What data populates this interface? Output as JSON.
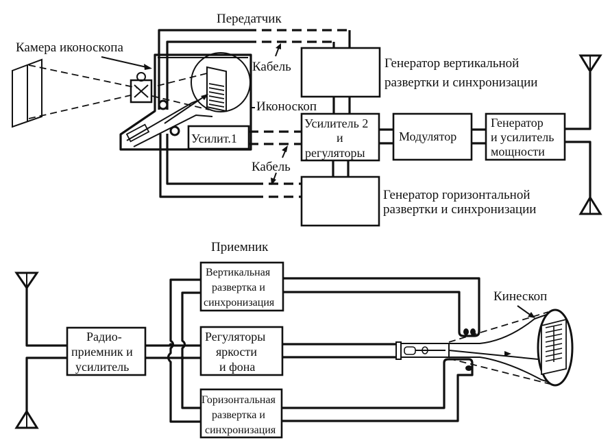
{
  "transmitter": {
    "title": "Передатчик",
    "camera_label": "Камера иконоскопа",
    "cable_label_top": "Кабель",
    "cable_label_bottom": "Кабель",
    "iconoscope_label": "Иконоскоп",
    "amp1_label": "Усилит.1",
    "amp2_lines": [
      "Усилитель 2",
      "и",
      "регуляторы"
    ],
    "modulator_label": "Модулятор",
    "power_gen_lines": [
      "Генератор",
      "и усилитель",
      "мощности"
    ],
    "vert_gen_lines": [
      "Генератор вертикальной",
      "развертки и синхронизации"
    ],
    "horiz_gen_lines": [
      "Генератор горизонтальной",
      "развертки и синхронизации"
    ]
  },
  "receiver": {
    "title": "Приемник",
    "radio_lines": [
      "Радио-",
      "приемник и",
      "усилитель"
    ],
    "vert_lines": [
      "Вертикальная",
      "развертка и",
      "синхронизация"
    ],
    "brightness_lines": [
      "Регуляторы",
      "яркости",
      "и фона"
    ],
    "horiz_lines": [
      "Горизонтальная",
      "развертка и",
      "синхронизация"
    ],
    "kinescope_label": "Кинескоп"
  }
}
